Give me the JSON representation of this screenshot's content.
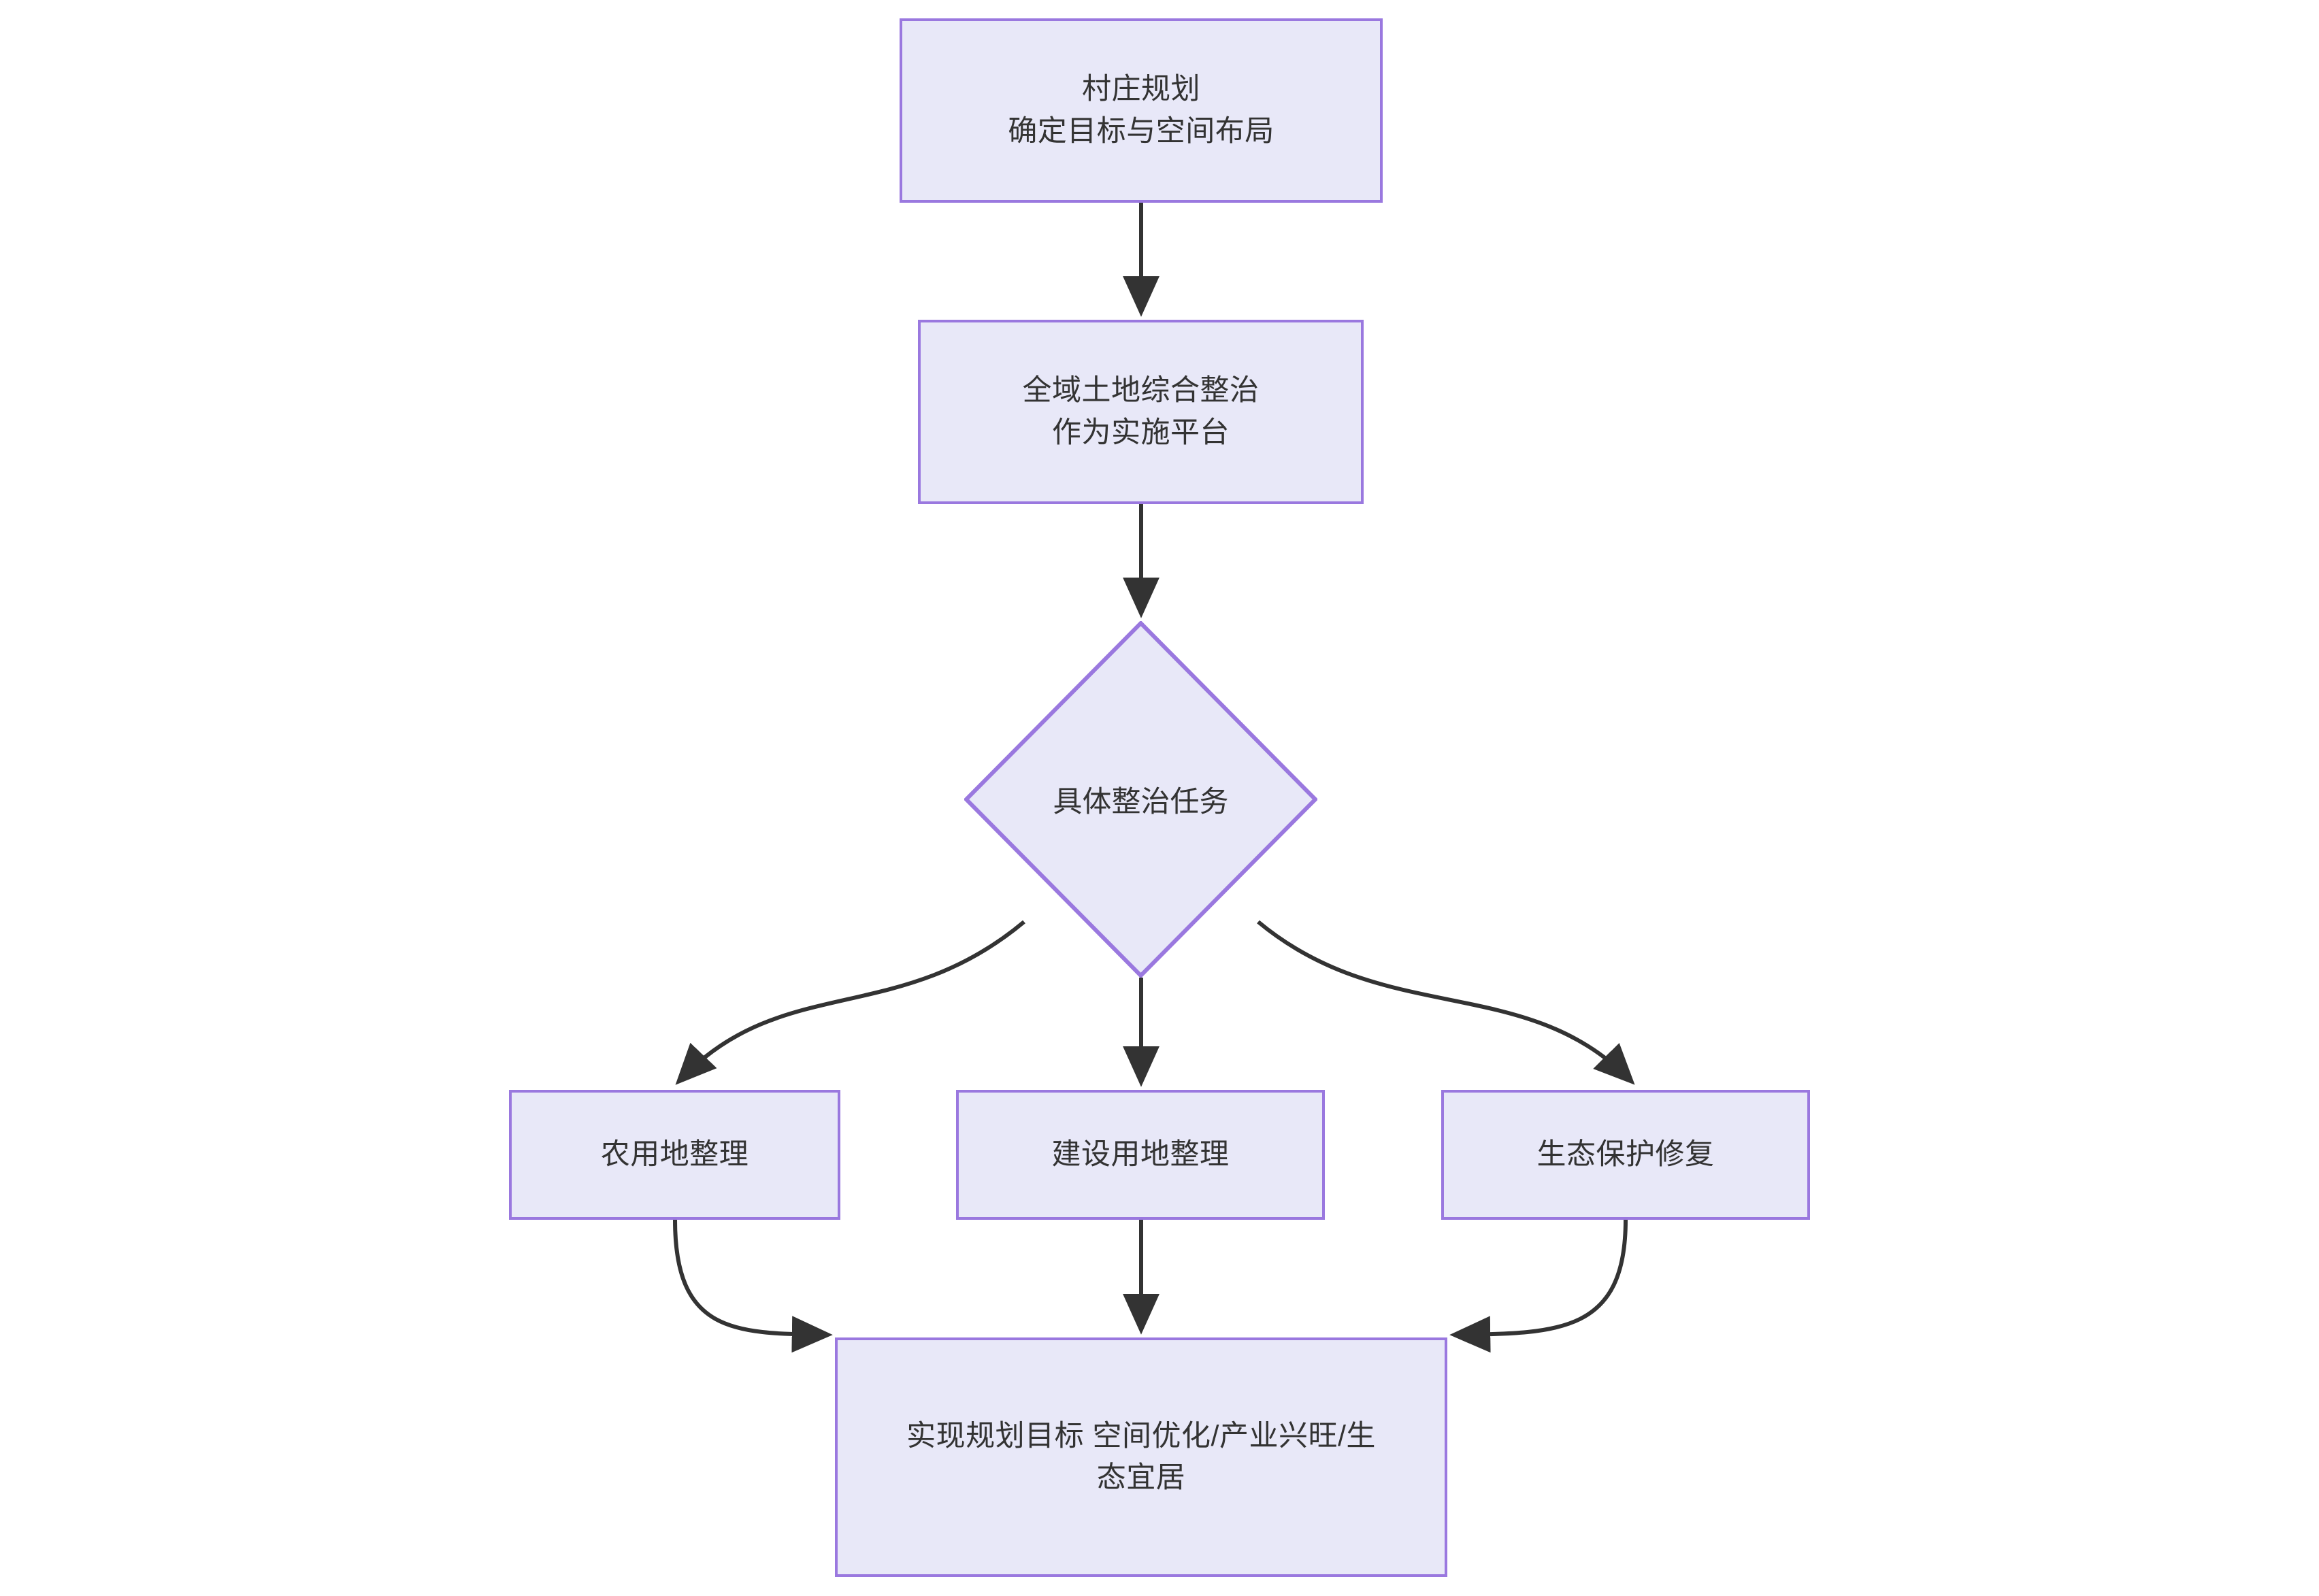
{
  "diagram": {
    "type": "flowchart",
    "orientation": "top-to-bottom",
    "theme": {
      "node_fill": "#e8e8f8",
      "node_border": "#9a78df",
      "text_color": "#333333",
      "edge_color": "#333333",
      "background": "#ffffff"
    },
    "nodes": [
      {
        "id": "plan",
        "shape": "rectangle",
        "text": "村庄规划\n确定目标与空间布局",
        "line1": "村庄规划",
        "line2": "确定目标与空间布局"
      },
      {
        "id": "platform",
        "shape": "rectangle",
        "text": "全域土地综合整治\n作为实施平台",
        "line1": "全域土地综合整治",
        "line2": "作为实施平台"
      },
      {
        "id": "tasks",
        "shape": "diamond",
        "text": "具体整治任务"
      },
      {
        "id": "farmland",
        "shape": "rectangle",
        "text": "农用地整理"
      },
      {
        "id": "construction",
        "shape": "rectangle",
        "text": "建设用地整理"
      },
      {
        "id": "ecology",
        "shape": "rectangle",
        "text": "生态保护修复"
      },
      {
        "id": "goal",
        "shape": "rectangle",
        "text": "实现规划目标\n空间优化/产业兴旺/生态宜居",
        "line1": "实现规划目标",
        "line2": "空间优化/产业兴旺/生态宜",
        "line3": "居"
      }
    ],
    "edges": [
      {
        "from": "plan",
        "to": "platform",
        "label": ""
      },
      {
        "from": "platform",
        "to": "tasks",
        "label": ""
      },
      {
        "from": "tasks",
        "to": "farmland",
        "label": ""
      },
      {
        "from": "tasks",
        "to": "construction",
        "label": ""
      },
      {
        "from": "tasks",
        "to": "ecology",
        "label": ""
      },
      {
        "from": "farmland",
        "to": "goal",
        "label": ""
      },
      {
        "from": "construction",
        "to": "goal",
        "label": ""
      },
      {
        "from": "ecology",
        "to": "goal",
        "label": ""
      }
    ]
  }
}
